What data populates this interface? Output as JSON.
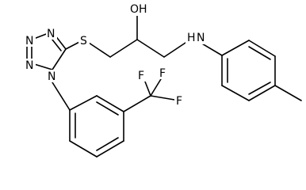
{
  "molecule": {
    "atoms": {
      "hydroxyl": "OH",
      "sulfur": "S",
      "amine_n": "N",
      "amine_h": "H",
      "tetrazole_n1": "N",
      "tetrazole_n2": "N",
      "tetrazole_n3": "N",
      "tetrazole_n4": "N",
      "fluorine_top": "F",
      "fluorine_right": "F",
      "fluorine_mid": "F"
    }
  },
  "colors": {
    "bond": "#000000",
    "background": "#ffffff"
  }
}
